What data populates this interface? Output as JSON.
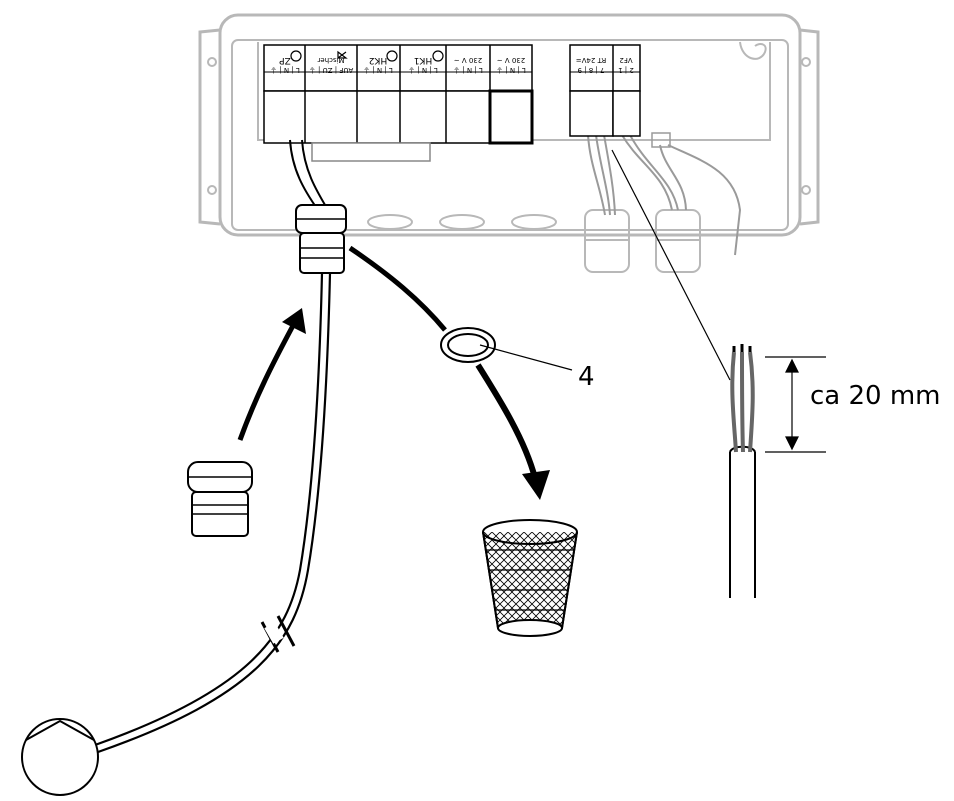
{
  "terminals": {
    "zp": {
      "label": "ZP",
      "pins": "L | N | ⏚"
    },
    "mixer": {
      "label": "Mischer",
      "sub": "AUF/ZU",
      "pins": "AUF | ZU | ⏚"
    },
    "hk2": {
      "label": "HK2",
      "pins": "L | N | ⏚"
    },
    "hk1": {
      "label": "HK1",
      "pins": "L | N | ⏚"
    },
    "mains1": {
      "label": "230 V ~",
      "pins": "L | N | ⏚"
    },
    "mains2": {
      "label": "230 V ~",
      "pins": "L | N | ⏚"
    },
    "rt": {
      "label": "RT 24V=",
      "pins": "7 | 8 | 9"
    },
    "vf2": {
      "label": "VF2",
      "pins": "2 | 1"
    }
  },
  "callout": {
    "number": "4"
  },
  "dimension": {
    "label": "ca 20 mm"
  },
  "icons": {
    "pump": "pump-symbol-icon",
    "basket": "waste-basket-icon",
    "gland": "cable-gland-icon"
  }
}
